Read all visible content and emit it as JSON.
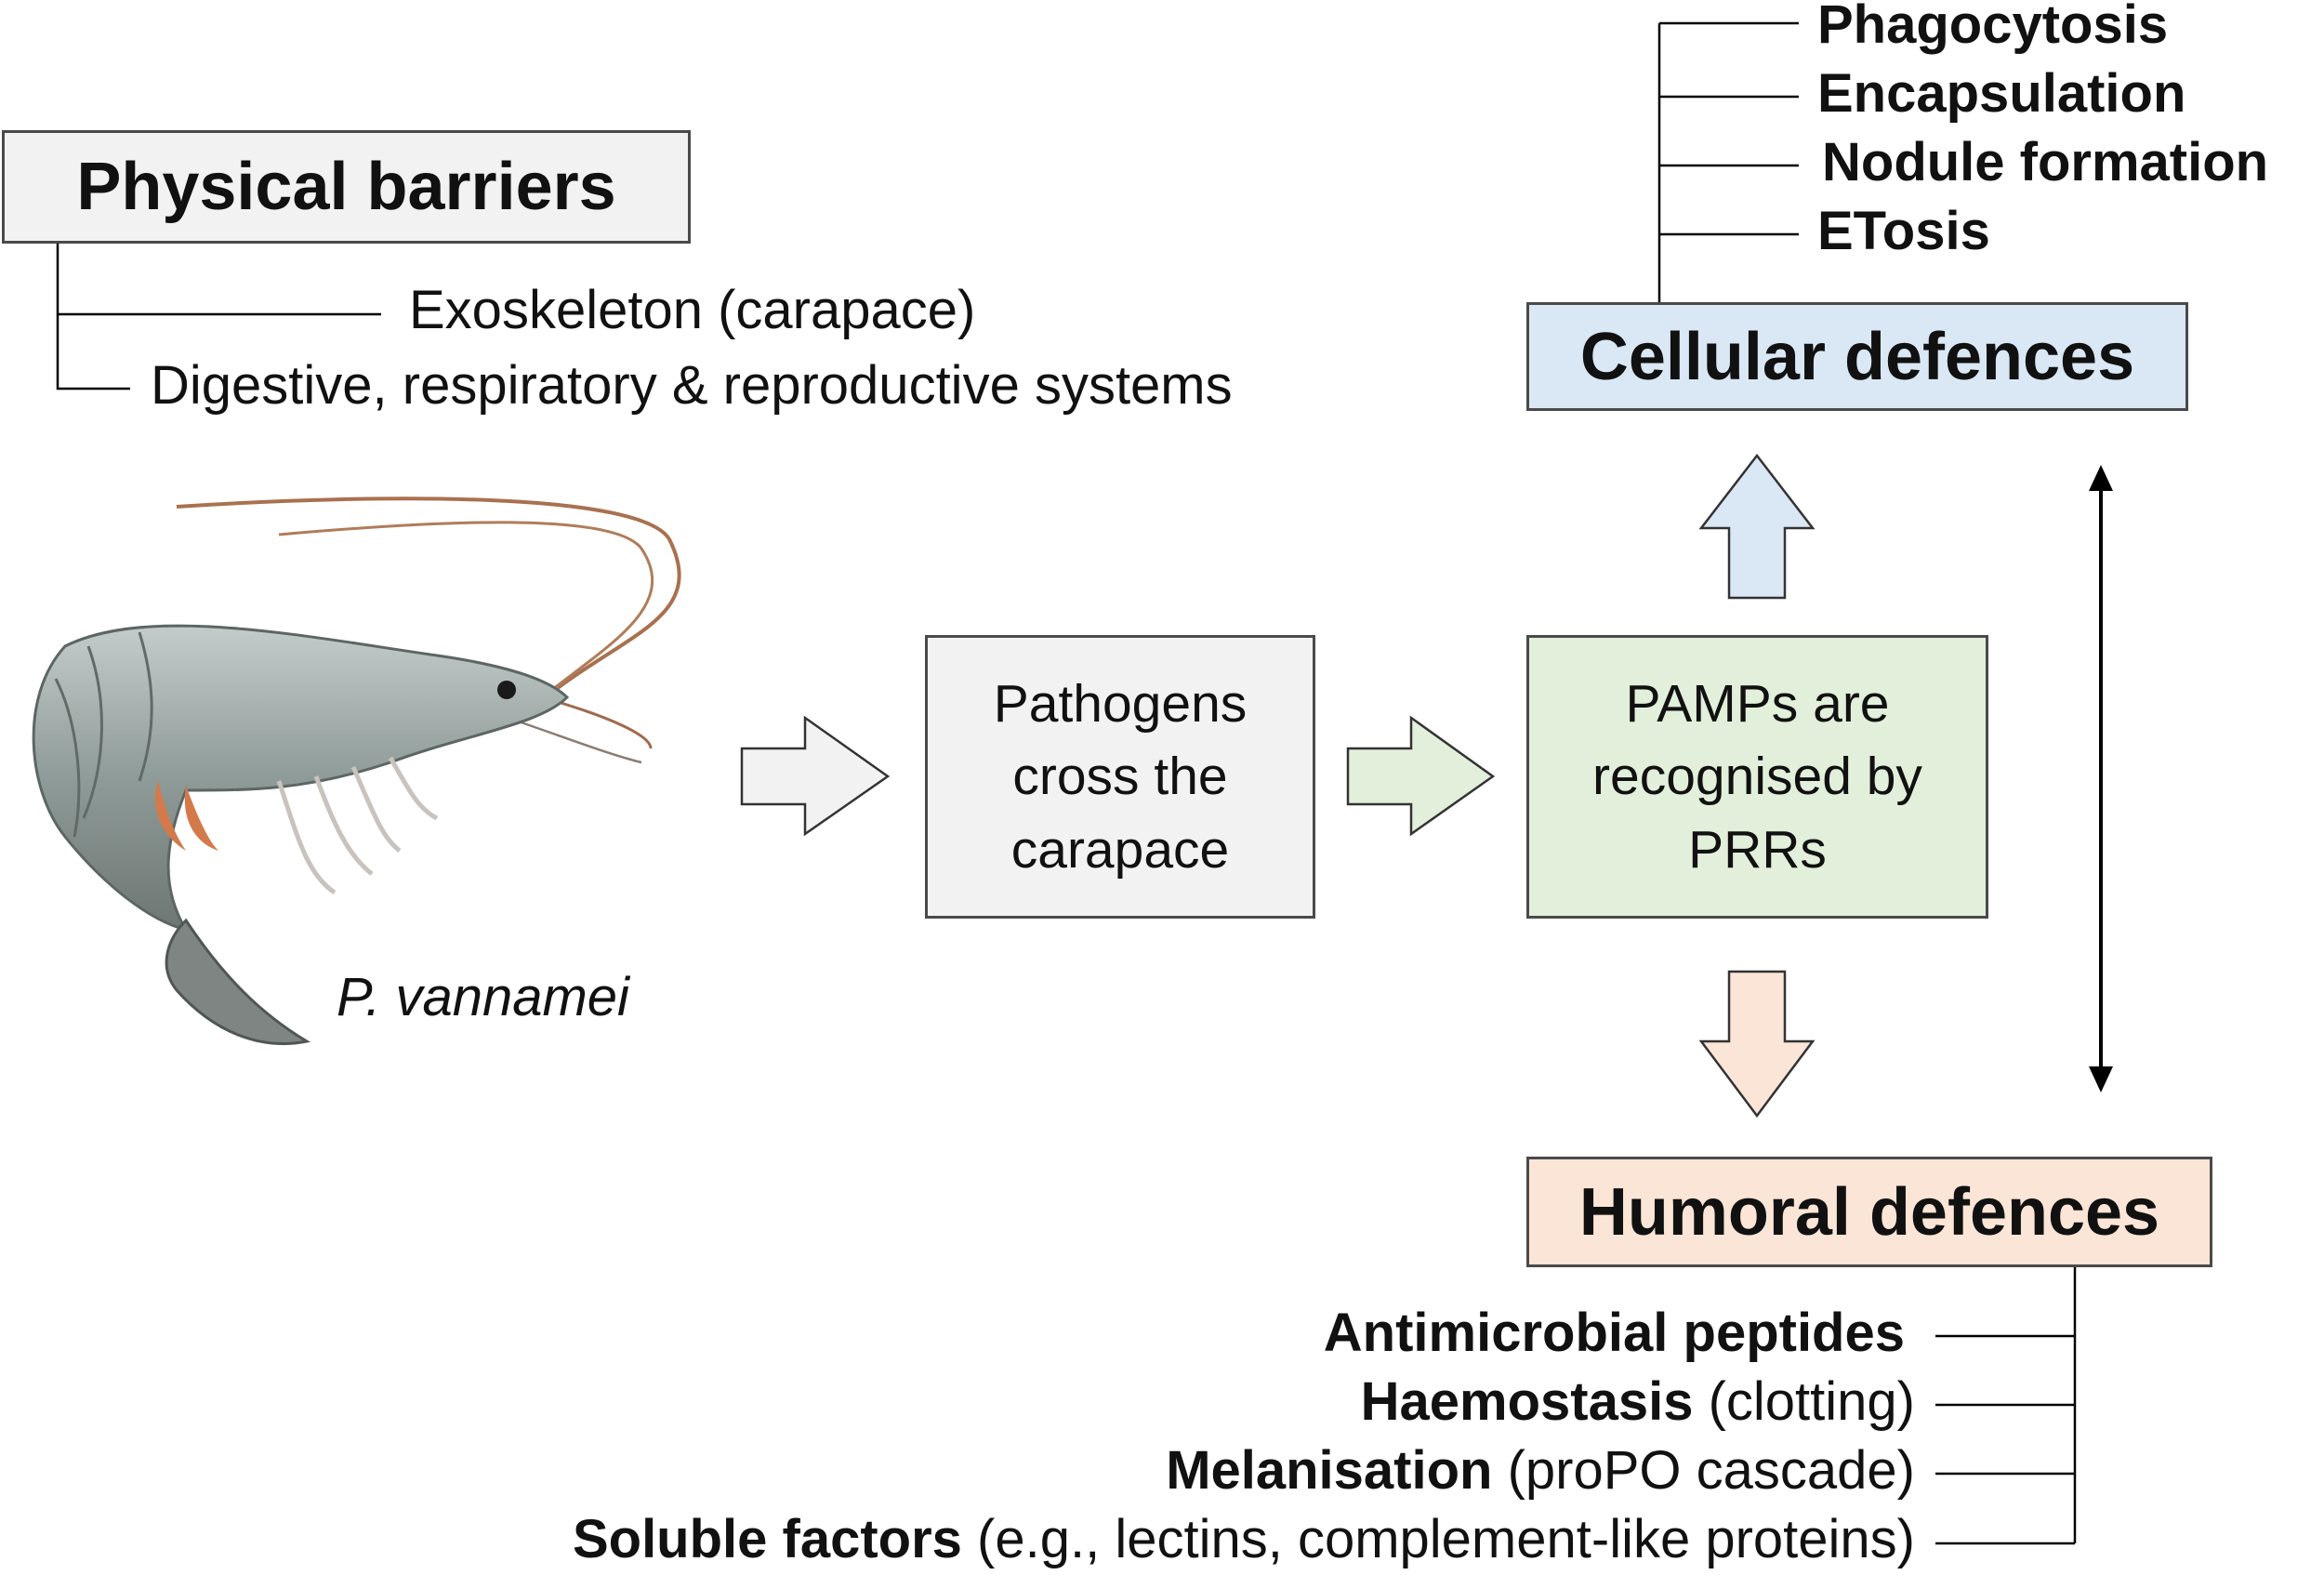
{
  "physical": {
    "title": "Physical barriers",
    "items": [
      "Exoskeleton (carapace)",
      "Digestive, respiratory & reproductive systems"
    ]
  },
  "species_label": "P. vannamei",
  "flow": {
    "pathogens": [
      "Pathogens",
      "cross the",
      "carapace"
    ],
    "pamps": [
      "PAMPs are",
      "recognised by",
      "PRRs"
    ]
  },
  "cellular": {
    "title": "Cellular defences",
    "items": [
      "Phagocytosis",
      "Encapsulation",
      "Nodule formation",
      "ETosis"
    ]
  },
  "humoral": {
    "title": "Humoral defences",
    "items": [
      {
        "bold": "Antimicrobial peptides",
        "rest": ""
      },
      {
        "bold": "Haemostasis",
        "rest": " (clotting)"
      },
      {
        "bold": "Melanisation",
        "rest": " (proPO cascade)"
      },
      {
        "bold": "Soluble factors",
        "rest": " (e.g., lectins, complement-like proteins)"
      }
    ]
  },
  "colors": {
    "physical_fill": "#f2f2f2",
    "pathogens_fill": "#f2f2f2",
    "pamps_fill": "#e2efda",
    "cellular_fill": "#dae8f5",
    "humoral_fill": "#fbe5d6",
    "line": "#000000"
  }
}
